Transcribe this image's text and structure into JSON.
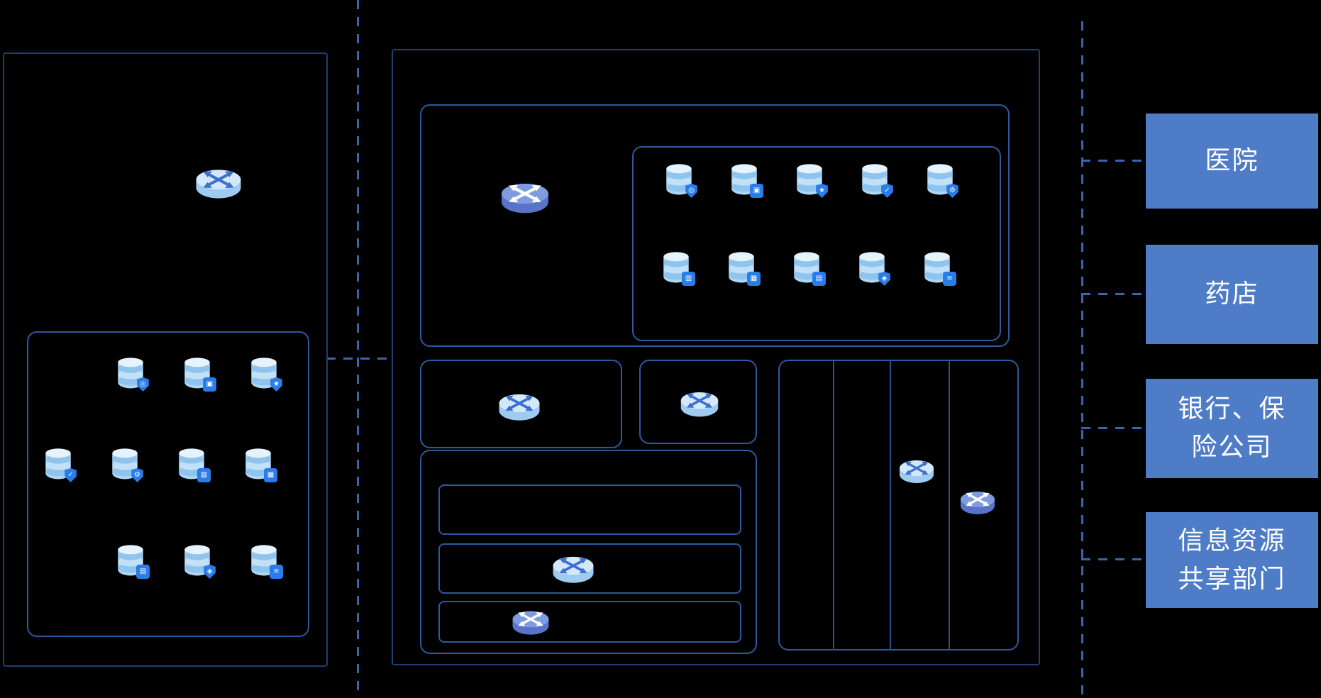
{
  "diagram": {
    "right_labels": [
      {
        "id": "hospital",
        "label": "医院"
      },
      {
        "id": "pharmacy",
        "label": "药店"
      },
      {
        "id": "bank-insurance",
        "label": "银行、保\n险公司"
      },
      {
        "id": "info-sharing",
        "label": "信息资源\n共享部门"
      }
    ]
  },
  "databases": [
    {
      "name": "db-security-scan",
      "badge": "shield",
      "glyph": "◎"
    },
    {
      "name": "db-data-protection",
      "badge": "square",
      "glyph": "▣"
    },
    {
      "name": "db-quality-star",
      "badge": "shield",
      "glyph": "★"
    },
    {
      "name": "db-safeguard-check",
      "badge": "shield",
      "glyph": "✓"
    },
    {
      "name": "db-config-gear",
      "badge": "shield",
      "glyph": "⚙"
    },
    {
      "name": "db-monitor-chart",
      "badge": "square",
      "glyph": "▥"
    },
    {
      "name": "db-table-grid",
      "badge": "square",
      "glyph": "▦"
    },
    {
      "name": "db-archive-doc",
      "badge": "square",
      "glyph": "▤"
    },
    {
      "name": "db-model-cube",
      "badge": "shield",
      "glyph": "◈"
    },
    {
      "name": "db-audit-list",
      "badge": "square",
      "glyph": "≡"
    }
  ],
  "colors": {
    "background": "#000000",
    "outer_border": "#1f3f6e",
    "inner_border": "#2f589e",
    "dash": "#3a65ae",
    "vline": "#2a4e8f",
    "endpoint_bg": "#4e7cc7",
    "endpoint_text": "#ffffff",
    "db_top": "#e6f3fd",
    "db_body": "#aed7f4",
    "db_body2": "#c2e1f8",
    "db_stripe": "#8fc4ee",
    "badge_bg": "#2a7ce9",
    "switch_light_top": "#d3e9fa",
    "switch_light_body": "#9fcbf0",
    "switch_light_arrow": "#3e6fd0",
    "switch_dark_top": "#7e9cdf",
    "switch_dark_body": "#5873c8",
    "switch_dark_arrow": "#ffffff"
  }
}
